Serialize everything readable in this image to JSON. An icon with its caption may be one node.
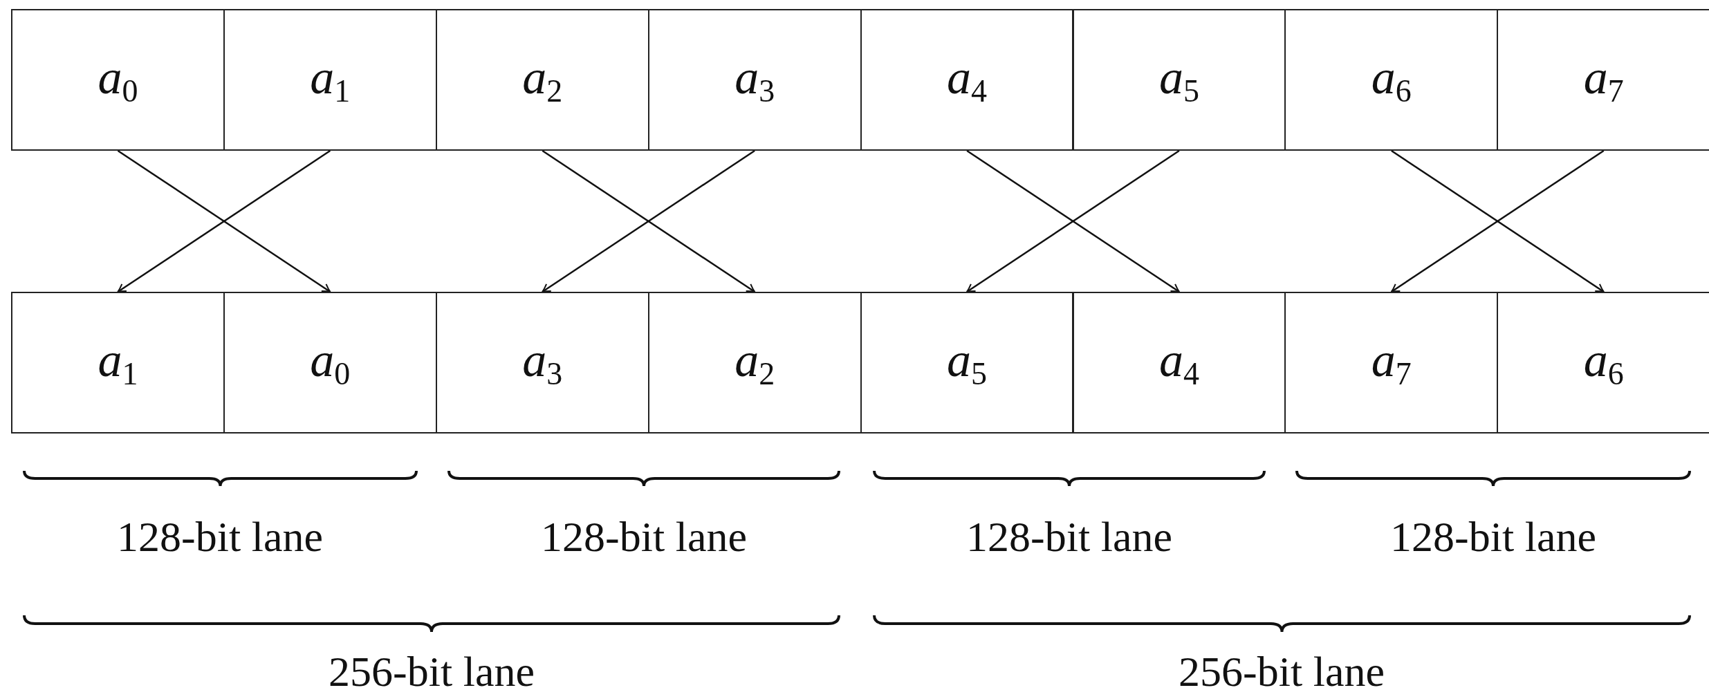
{
  "diagram": {
    "nodes": [
      {
        "text": [
          "*a*$_{0}$"
        ]
      },
      {
        "text": [
          "*a*$_{1}$"
        ]
      },
      {
        "text": [
          "*a*$_{2}$"
        ]
      },
      {
        "text": [
          "*a*$_{3}$"
        ]
      },
      {
        "text": [
          "*a*$_{4}$"
        ]
      },
      {
        "text": [
          "*a*$_{5}$"
        ]
      },
      {
        "text": [
          "*a*$_{6}$"
        ]
      },
      {
        "text": [
          "*a*$_{7}$"
        ]
      },
      {
        "text": [
          "*a*$_{1}$"
        ]
      },
      {
        "text": [
          "*a*$_{0}$"
        ]
      },
      {
        "text": [
          "*a*$_{3}$"
        ]
      },
      {
        "text": [
          "*a*$_{2}$"
        ]
      },
      {
        "text": [
          "*a*$_{5}$"
        ]
      },
      {
        "text": [
          "*a*$_{4}$"
        ]
      },
      {
        "text": [
          "*a*$_{7}$"
        ]
      },
      {
        "text": [
          "*a*$_{6}$"
        ]
      }
    ],
    "edges": [
      {
        "from": 0,
        "to": 9,
        "arrow": "to"
      },
      {
        "from": 1,
        "to": 8,
        "arrow": "to"
      },
      {
        "from": 2,
        "to": 11,
        "arrow": "to"
      },
      {
        "from": 3,
        "to": 10,
        "arrow": "to"
      },
      {
        "from": 4,
        "to": 13,
        "arrow": "to"
      },
      {
        "from": 5,
        "to": 12,
        "arrow": "to"
      },
      {
        "from": 6,
        "to": 15,
        "arrow": "to"
      },
      {
        "from": 7,
        "to": 14,
        "arrow": "to"
      }
    ],
    "labels": [
      "128-bit lane",
      "128-bit lane",
      "128-bit lane",
      "128-bit lane",
      "256-bit lane",
      "256-bit lane"
    ]
  }
}
